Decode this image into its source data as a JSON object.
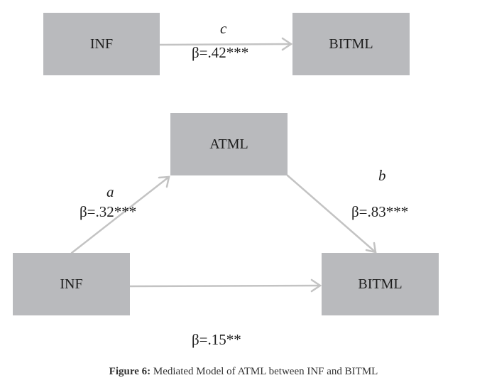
{
  "figure": {
    "caption_label": "Figure 6:",
    "caption_text": " Mediated Model of ATML between INF and BITML"
  },
  "total_effect_model": {
    "nodes": {
      "predictor": "INF",
      "outcome": "BITML"
    },
    "path_c": {
      "letter": "c",
      "beta": "β=.42***"
    }
  },
  "mediation_model": {
    "nodes": {
      "mediator": "ATML",
      "predictor": "INF",
      "outcome": "BITML"
    },
    "path_a": {
      "letter": "a",
      "beta": "β=.32***"
    },
    "path_b": {
      "letter": "b",
      "beta": "β=.83***"
    },
    "path_c_prime": {
      "beta": "β=.15**"
    }
  },
  "colors": {
    "box": "#b9babd",
    "arrow": "#c3c3c3",
    "text": "#1e1e1e"
  }
}
